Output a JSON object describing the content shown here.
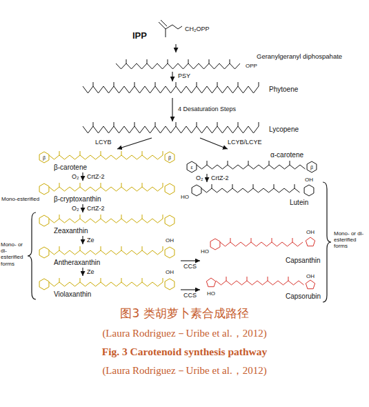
{
  "diagram": {
    "caption": "图3 类胡萝卜素合成路径",
    "nodes": [
      {
        "text": [
          "IPP"
        ]
      },
      {
        "text": [
          "Geranylgeranyl diphospahate"
        ]
      },
      {
        "text": [
          "Phytoene"
        ]
      },
      {
        "text": [
          "Lycopene"
        ]
      },
      {
        "text": [
          "β-carotene"
        ]
      },
      {
        "text": [
          "α-carotene"
        ]
      },
      {
        "text": [
          "β-cryptoxanthin"
        ]
      },
      {
        "text": [
          "Lutein"
        ]
      },
      {
        "text": [
          "Zeaxanthin"
        ]
      },
      {
        "text": [
          "Antheraxanthin"
        ]
      },
      {
        "text": [
          "Violaxanthin"
        ]
      },
      {
        "text": [
          "Capsanthin"
        ]
      },
      {
        "text": [
          "Capsorubin"
        ]
      }
    ],
    "edges": [
      {
        "from": 0,
        "to": 1,
        "arrow": "to"
      },
      {
        "from": 1,
        "to": 2,
        "label": "PSY",
        "arrow": "to"
      },
      {
        "from": 2,
        "to": 3,
        "label": "4 Desaturation Steps",
        "arrow": "to"
      },
      {
        "from": 3,
        "to": 4,
        "label": "LCYB",
        "arrow": "to"
      },
      {
        "from": 3,
        "to": 5,
        "label": "LCYB/LCYE",
        "arrow": "to"
      },
      {
        "from": 4,
        "to": 6,
        "label": "CrtZ-2",
        "arrow": "to"
      },
      {
        "from": 6,
        "to": 8,
        "label": "CrtZ-2",
        "arrow": "to"
      },
      {
        "from": 5,
        "to": 7,
        "label": "CrtZ-2",
        "arrow": "to"
      },
      {
        "from": 8,
        "to": 9,
        "label": "Ze",
        "arrow": "to"
      },
      {
        "from": 9,
        "to": 10,
        "label": "Ze",
        "arrow": "to"
      },
      {
        "from": 9,
        "to": 11,
        "label": "CCS",
        "arrow": "to"
      },
      {
        "from": 10,
        "to": 12,
        "label": "CCS",
        "arrow": "to"
      }
    ],
    "labels": [
      "CH₂OPP",
      "OPP",
      "O₂",
      "O₂",
      "O₂",
      "Mono-esterified",
      "Mono- or di-esterified forms",
      "Mono- or di-esterified forms",
      "β",
      "β",
      "ε",
      "β",
      "HO",
      "OH",
      "OH",
      "OH",
      "HO",
      "OH",
      "HO",
      "OH",
      "(Laura Rodriguez－Uribe et al.，2012)",
      "Fig. 3 Carotenoid synthesis pathway",
      "(Laura Rodriguez－Uribe et al.，2012)"
    ]
  }
}
